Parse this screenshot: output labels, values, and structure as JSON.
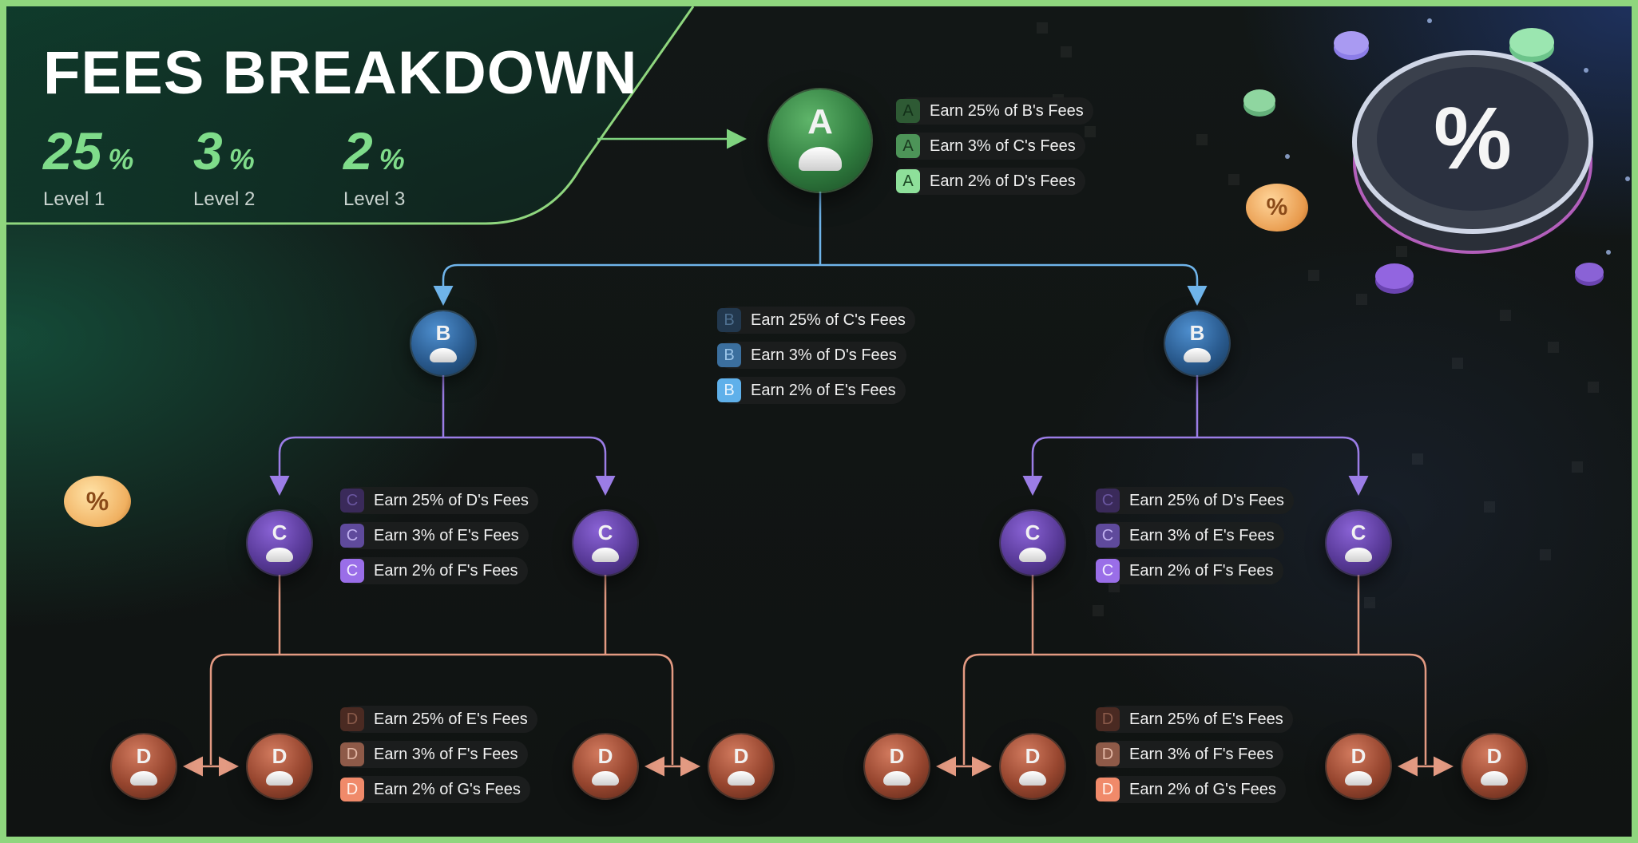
{
  "header": {
    "title": "FEES BREAKDOWN",
    "stats": [
      {
        "value": "25",
        "unit": "%",
        "label": "Level 1"
      },
      {
        "value": "3",
        "unit": "%",
        "label": "Level 2"
      },
      {
        "value": "2",
        "unit": "%",
        "label": "Level 3"
      }
    ]
  },
  "nodes": {
    "a": "A",
    "b": "B",
    "c": "C",
    "d": "D"
  },
  "rules": {
    "a": [
      {
        "badge": "A",
        "text": "Earn 25% of B's Fees"
      },
      {
        "badge": "A",
        "text": "Earn 3% of C's Fees"
      },
      {
        "badge": "A",
        "text": "Earn 2% of D's Fees"
      }
    ],
    "b": [
      {
        "badge": "B",
        "text": "Earn 25% of C's Fees"
      },
      {
        "badge": "B",
        "text": "Earn 3% of D's Fees"
      },
      {
        "badge": "B",
        "text": "Earn 2% of E's Fees"
      }
    ],
    "c": [
      {
        "badge": "C",
        "text": "Earn 25% of D's Fees"
      },
      {
        "badge": "C",
        "text": "Earn 3% of E's Fees"
      },
      {
        "badge": "C",
        "text": "Earn 2% of F's Fees"
      }
    ],
    "d": [
      {
        "badge": "D",
        "text": "Earn 25% of E's Fees"
      },
      {
        "badge": "D",
        "text": "Earn 3% of F's Fees"
      },
      {
        "badge": "D",
        "text": "Earn 2% of G's Fees"
      }
    ]
  },
  "coins": {
    "symbol": "%"
  },
  "colors": {
    "frame": "#8fd67e",
    "accent_green": "#7fdc8a",
    "line_a": "#7fd37f",
    "line_b": "#6fb4ea",
    "line_c": "#9b7de6",
    "line_d": "#e39a82"
  }
}
